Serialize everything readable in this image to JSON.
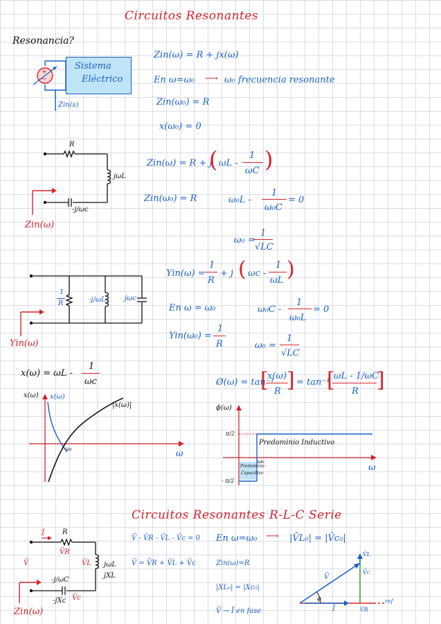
{
  "page": {
    "title": "Circuitos Resonantes",
    "section_title": "Circuitos Resonantes R-L-C Serie",
    "question": "Resonancia?"
  },
  "block1": {
    "box_line1": "Sistema",
    "box_line2": "Eléctrico",
    "zin_label": "Zin(s)",
    "eq1": "Zin(ω) = R + jx(ω)",
    "eq2a": "En  ω=ω₀",
    "eq2b": "ω₀ frecuencia resonante",
    "eq3": "Zin(ω₀) = R",
    "eq4": "x(ω₀) = 0"
  },
  "block2": {
    "r_label": "R",
    "l_label": "jωL",
    "c_label": "-j/ωc",
    "zin_label": "Zin(ω)",
    "eq1_left": "Zin(ω) = R + j",
    "eq1_wl": "ωL -",
    "eq1_num": "1",
    "eq1_den": "ωC",
    "eq2": "Zin(ω₀) = R",
    "eq3_left": "ω₀L -",
    "eq3_num": "1",
    "eq3_den": "ω₀C",
    "eq3_right": "= 0",
    "eq4_left": "ω₀ =",
    "eq4_num": "1",
    "eq4_den": "√LC"
  },
  "block3": {
    "r_num": "1",
    "r_den": "R",
    "l_label": "-j/ωL",
    "c_label": "jωc",
    "yin_label": "Yin(ω)",
    "eq1_left": "Yin(ω) =",
    "eq1_num": "1",
    "eq1_den": "R",
    "eq1_mid": "+ j",
    "eq1_wc": "ωc -",
    "eq1_num2": "1",
    "eq1_den2": "ωL",
    "eq2": "En  ω = ω₀",
    "eq3_left": "ω₀C -",
    "eq3_num": "1",
    "eq3_den": "ω₀L",
    "eq3_right": "= 0",
    "eq4_left": "Yin(ω₀) =",
    "eq4_num": "1",
    "eq4_den": "R",
    "eq5_left": "ω₀ =",
    "eq5_num": "1",
    "eq5_den": "√LC"
  },
  "graph1": {
    "eq_left": "x(ω) = ωL -",
    "eq_num": "1",
    "eq_den": "ωc",
    "y_label": "x(ω)",
    "curve_label1": "x(ω)",
    "curve_label2": "|x(ω)|",
    "w0": "ω₀",
    "x_label": "ω"
  },
  "graph2": {
    "eq_left": "Ø(ω) = tan⁻¹",
    "eq_num": "x(ω)",
    "eq_den": "R",
    "eq_mid": "= tan⁻¹",
    "eq_num2": "ωL - 1/ωC",
    "eq_den2": "R",
    "y_label": "ϕ(ω)",
    "pos": "π/2",
    "neg": "- π/2",
    "ind": "Predominio Inductivo",
    "cap1": "Predominio",
    "cap2": "Capacitivo",
    "w0": "ω₀",
    "x_label": "ω"
  },
  "block4": {
    "r_label": "R",
    "vr": "V̄R",
    "i_label": "Ī",
    "v_label": "V̄",
    "vl": "V̄L",
    "l_label1": "jωL",
    "l_label2": "jXL",
    "c_label1": "-j/ωC",
    "c_label2": "-jXc",
    "vc": "V̄c",
    "zin_label": "Zin(ω)",
    "kvl1": "V̄ - V̄R - V̄L - V̄c = 0",
    "kvl2": "V̄ = V̄R + V̄L + V̄c",
    "res1": "En  ω=ω₀",
    "res1b": "|V̄L₀| = |V̄c₀|",
    "res2": "Zin(ω)=R",
    "res3": "|XL₀| = |Xc₀|",
    "res4": "V̄ → Ī en fase",
    "ph_vl": "V̄L",
    "ph_vc": "V̄c",
    "ph_v": "V̄",
    "ph_phi": "φ",
    "ph_i": "Ī",
    "ph_vr": "V̄R",
    "ph_ref": "ref"
  }
}
